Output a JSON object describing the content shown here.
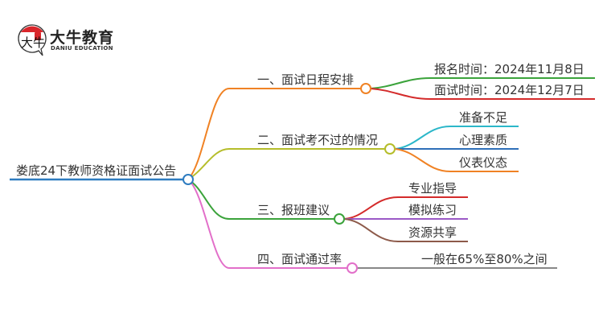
{
  "logo": {
    "name": "大牛教育",
    "subtitle": "DANIU EDUCATION",
    "mark_text": "大牛",
    "accent_color": "#d9262b"
  },
  "mindmap": {
    "root": {
      "label": "娄底24下教师资格证面试公告",
      "color": "#2e7cc0"
    },
    "branches": [
      {
        "label": "一、面试日程安排",
        "color": "#f08224",
        "children": [
          {
            "label": "报名时间：2024年11月8日",
            "color": "#3ba33b"
          },
          {
            "label": "面试时间：2024年12月7日",
            "color": "#d42b2b"
          }
        ]
      },
      {
        "label": "二、面试考不过的情况",
        "color": "#b5bd2a",
        "children": [
          {
            "label": "准备不足",
            "color": "#2cb7c9"
          },
          {
            "label": "心理素质",
            "color": "#2e6fb8"
          },
          {
            "label": "仪表仪态",
            "color": "#f08224"
          }
        ]
      },
      {
        "label": "三、报班建议",
        "color": "#3ba33b",
        "children": [
          {
            "label": "专业指导",
            "color": "#d42b2b"
          },
          {
            "label": "模拟练习",
            "color": "#9b59c6"
          },
          {
            "label": "资源共享",
            "color": "#8d5a4a"
          }
        ]
      },
      {
        "label": "四、面试通过率",
        "color": "#e26fc9",
        "children": [
          {
            "label": "一般在65%至80%之间",
            "color": "#888888"
          }
        ]
      }
    ]
  }
}
